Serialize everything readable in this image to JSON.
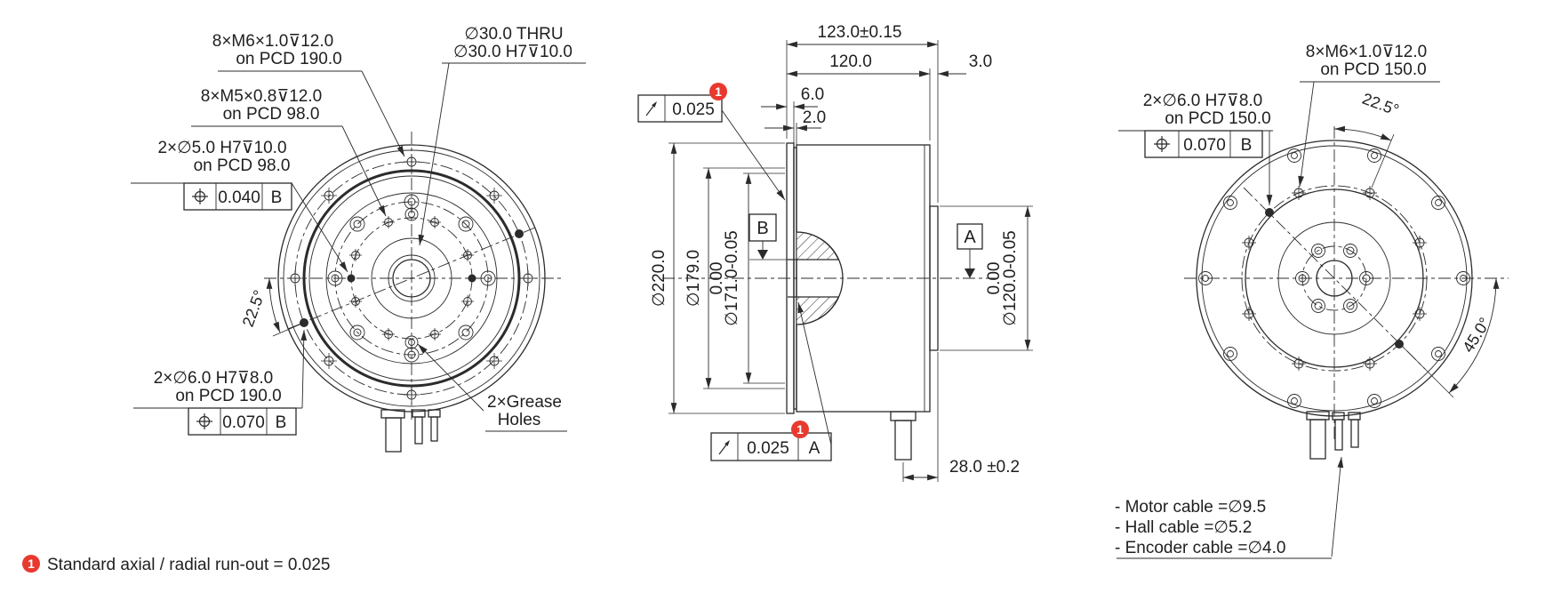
{
  "colors": {
    "line": "#2b2b2b",
    "text": "#1f1f1f",
    "badge": "#e8392f",
    "background": "#ffffff"
  },
  "note": {
    "marker": "1",
    "footnote": "Standard axial / radial run-out = 0.025"
  },
  "front_view": {
    "label_m6": {
      "line1": "8×M6×1.0⊽12.0",
      "line2": "on PCD 190.0"
    },
    "label_bore": {
      "line1": "∅30.0 THRU",
      "line2": "∅30.0 H7⊽10.0"
    },
    "label_m5": {
      "line1": "8×M5×0.8⊽12.0",
      "line2": "on PCD 98.0"
    },
    "label_dowel5": {
      "line1": "2×∅5.0 H7⊽10.0",
      "line2": "on PCD 98.0",
      "fcf_tol": "0.040",
      "fcf_datum": "B"
    },
    "label_dowel6": {
      "line1": "2×∅6.0 H7⊽8.0",
      "line2": "on PCD 190.0",
      "fcf_tol": "0.070",
      "fcf_datum": "B"
    },
    "label_grease": {
      "line1": "2×Grease",
      "line2": "Holes"
    },
    "angle": "22.5°"
  },
  "section_view": {
    "dim_overall": "123.0±0.15",
    "dim_body": "120.0",
    "dim_rear": "3.0",
    "dim_flange": "6.0",
    "dim_step": "2.0",
    "dia_outer": "∅220.0",
    "dia_inner": "∅179.0",
    "dia_spigot": {
      "tol_line": "0.00",
      "value_line": "∅171.0-0.05"
    },
    "dia_rear": {
      "tol_line": "0.00",
      "value_line": "∅120.0-0.05"
    },
    "datum_a": "A",
    "datum_b": "B",
    "fcf_top": {
      "tol": "0.025"
    },
    "fcf_bottom": {
      "tol": "0.025",
      "datum": "A"
    },
    "dim_cable": "28.0 ±0.2"
  },
  "rear_view": {
    "label_m6": {
      "line1": "8×M6×1.0⊽12.0",
      "line2": "on PCD 150.0"
    },
    "label_dowel6": {
      "line1": "2×∅6.0 H7⊽8.0",
      "line2": "on PCD 150.0",
      "fcf_tol": "0.070",
      "fcf_datum": "B"
    },
    "angle_top": "22.5°",
    "angle_lower": "45.0°",
    "cable_notes": {
      "motor": "- Motor cable =∅9.5",
      "hall": "- Hall cable =∅5.2",
      "encoder": "- Encoder cable =∅4.0"
    }
  }
}
